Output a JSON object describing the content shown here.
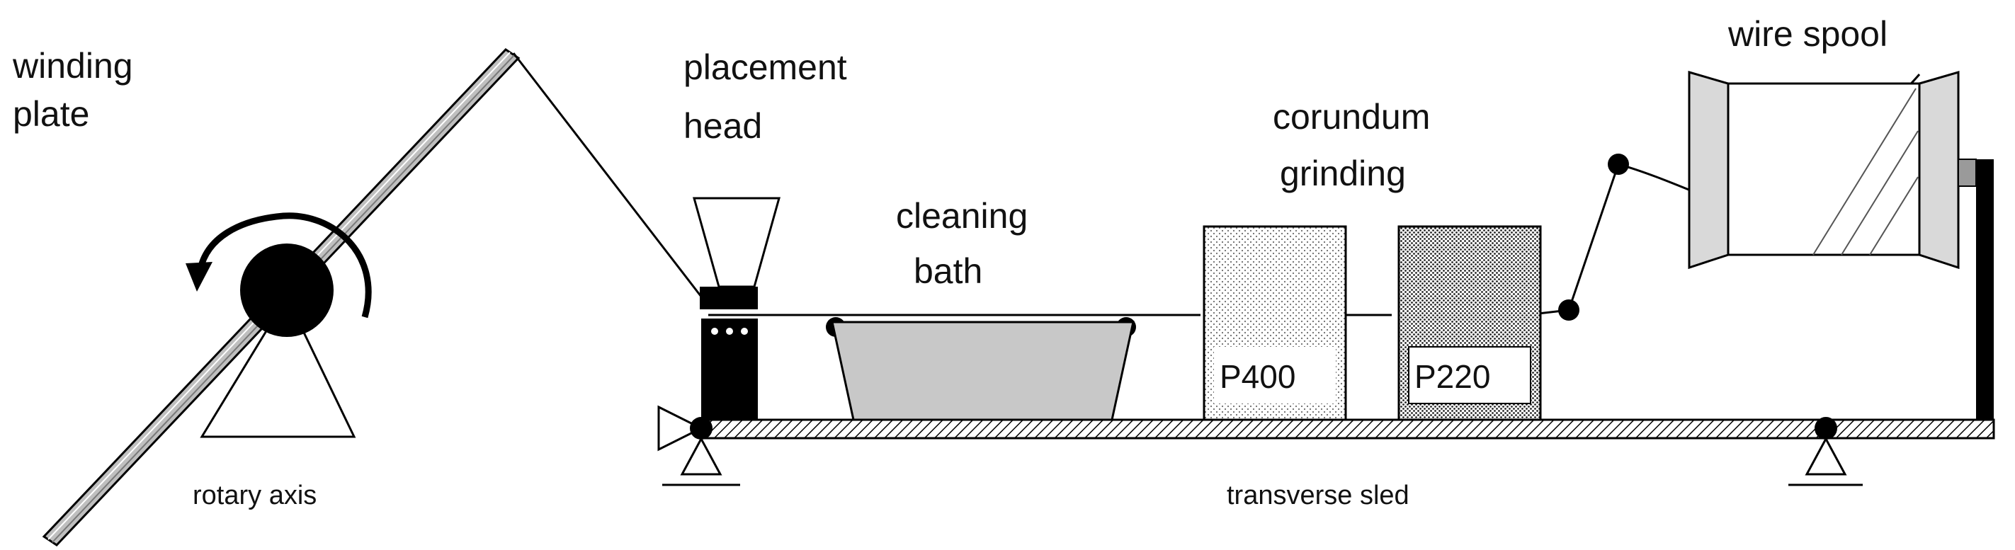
{
  "labels": {
    "winding_plate": [
      "winding",
      "plate"
    ],
    "placement_head": [
      "placement",
      "head"
    ],
    "cleaning_bath": [
      "cleaning",
      "bath"
    ],
    "corundum_grinding": [
      "corundum",
      "grinding"
    ],
    "wire_spool": "wire spool",
    "rotary_axis": "rotary axis",
    "transverse_sled": "transverse sled",
    "p400": "P400",
    "p220": "P220"
  },
  "colors": {
    "stroke": "#000000",
    "bath_fill": "#c8c8c8",
    "spool_flange": "#d9d9d9",
    "plate_fill": "#bfbfbf"
  }
}
